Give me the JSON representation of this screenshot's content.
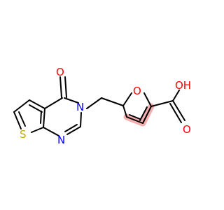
{
  "molecule": {
    "atoms": {
      "ketone_oxygen": "O",
      "ring_nitrogen_3": "N",
      "ring_nitrogen_1": "N",
      "thiophene_sulfur": "S",
      "furan_oxygen": "O",
      "carbonyl_oxygen": "O",
      "hydroxyl": "OH"
    },
    "colors": {
      "bond": "#000000",
      "oxygen": "#ff0000",
      "nitrogen": "#0000ff",
      "sulfur": "#c8a800",
      "aromatic_highlight": "#f4a0a0"
    }
  }
}
